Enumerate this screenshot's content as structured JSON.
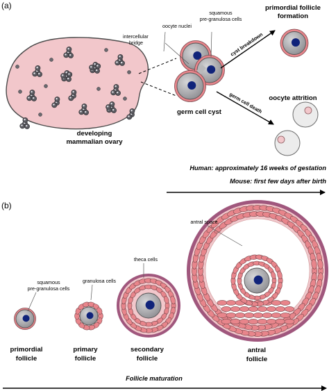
{
  "panel_a": {
    "letter": "(a)",
    "ovary_label": [
      "developing",
      "mammalian ovary"
    ],
    "intercellular_bridge": [
      "intercellular",
      "bridge"
    ],
    "oocyte_nuclei": "oocyte nuclei",
    "squamous_cells": [
      "squamous",
      "pre-granulosa cells"
    ],
    "germ_cell_cyst": "germ cell cyst",
    "primordial_formation": [
      "primordial follicle",
      "formation"
    ],
    "cyst_breakdown": "cyst breakdown",
    "germ_cell_death": "germ cell death",
    "oocyte_attrition": "oocyte attrition",
    "human_note": "Human: approximately 16 weeks of gestation",
    "mouse_note": "Mouse: first few days after birth"
  },
  "panel_b": {
    "letter": "(b)",
    "squamous_cells": [
      "squamous",
      "pre-granulosa cells"
    ],
    "granulosa_cells": "granulosa cells",
    "theca_cells": "theca cells",
    "antral_space": "antral space",
    "stages": [
      [
        "primordial",
        "follicle"
      ],
      [
        "primary",
        "follicle"
      ],
      [
        "secondary",
        "follicle"
      ],
      [
        "antral",
        "follicle"
      ]
    ],
    "maturation": "Follicle maturation"
  },
  "colors": {
    "tissue": "#f2c7cb",
    "cell": "#e8858b",
    "theca": "#a0577d",
    "oocyte": "#b9b9bb",
    "nucleus": "#10237a"
  }
}
